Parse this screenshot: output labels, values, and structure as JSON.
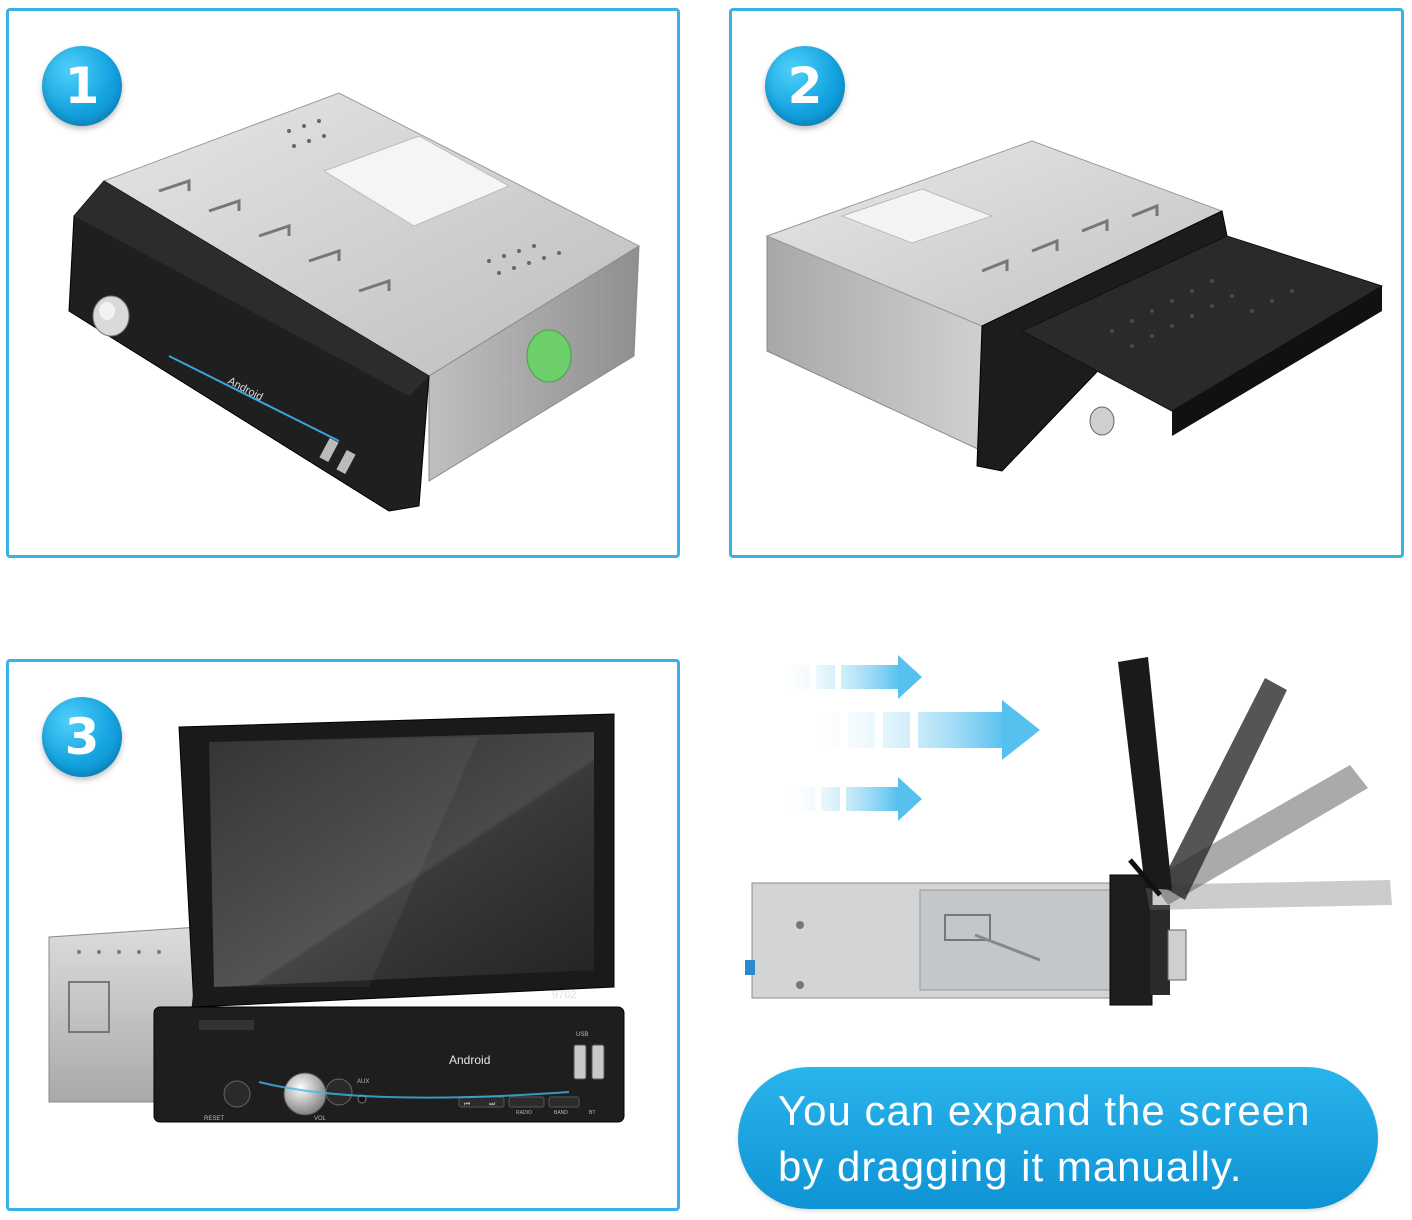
{
  "steps": [
    {
      "number": "1"
    },
    {
      "number": "2"
    },
    {
      "number": "3"
    }
  ],
  "device": {
    "brand_label": "Android",
    "model_label": "9702",
    "usb_label": "USB",
    "reset_label": "RESET",
    "aux_label": "AUX",
    "vol_label": "VOL",
    "radio_label": "RADIO",
    "band_label": "BAND",
    "bt_label": "BT",
    "prev_label": "⏮",
    "next_label": "⏭"
  },
  "caption": {
    "line1": "You can expand the screen",
    "line2": "by dragging it manually."
  },
  "colors": {
    "accent": "#3bb2e5",
    "bubble": "#129bd9",
    "arrow": "#5cc3f0",
    "chassis": "#c9c9c9",
    "bezel": "#1c1c1c"
  }
}
